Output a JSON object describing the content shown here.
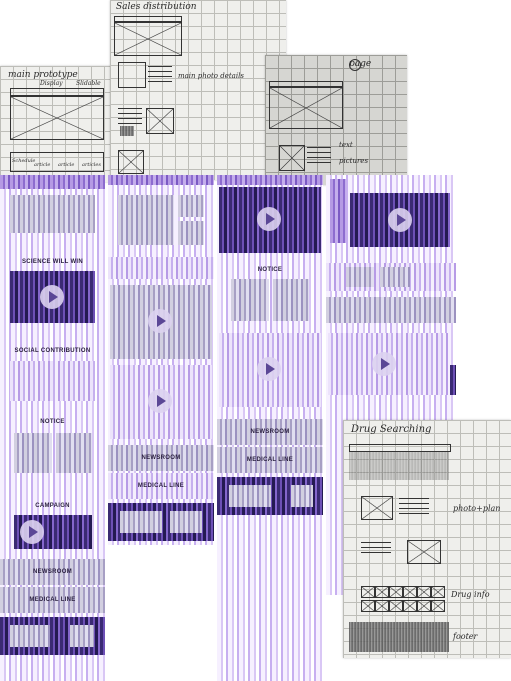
{
  "sketches": {
    "main_prototype": {
      "title": "main prototype",
      "label_top": "Display",
      "label_top2": "Slidable",
      "label_bottom1": "Schedule",
      "label_bottom2": "article",
      "label_bottom3": "article",
      "label_bottom4": "articles"
    },
    "sales_distribution": {
      "title": "Sales distribution",
      "note": "main photo details"
    },
    "page_sketch": {
      "note_top": "page",
      "note_mid": "text",
      "note_bottom": "pictures"
    },
    "drug_searching": {
      "title": "Drug Searching",
      "note1": "photo+plan",
      "note2": "Drug info",
      "note3": "footer"
    }
  },
  "mockups": {
    "col1": {
      "s1": "SCIENCE WILL WIN",
      "s2": "SOCIAL CONTRIBUTION",
      "s3": "NOTICE",
      "s4": "CAMPAIGN",
      "s5": "NEWSROOM",
      "s6": "MEDICAL LINE"
    },
    "col2": {
      "s1": "NEWSROOM",
      "s2": "MEDICAL LINE"
    },
    "col3": {
      "s1": "NOTICE",
      "s2": "NEWSROOM",
      "s3": "MEDICAL LINE"
    }
  },
  "colors": {
    "accent": "#7c5ac4",
    "dark": "#241a52",
    "light": "#ece3fb"
  }
}
